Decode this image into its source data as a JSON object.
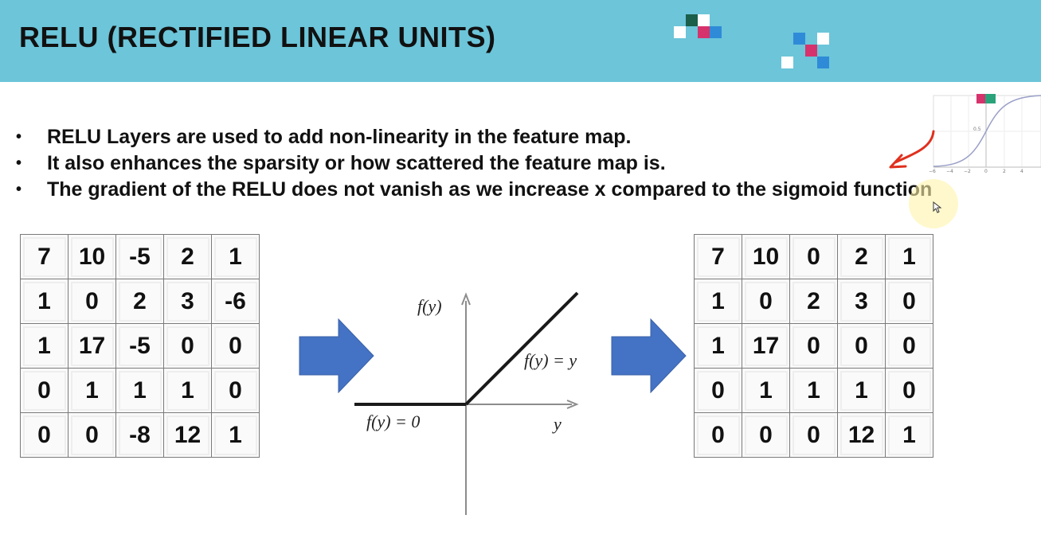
{
  "slide": {
    "title": "RELU (RECTIFIED LINEAR UNITS)",
    "bullets": [
      "RELU Layers are used to add non-linearity in the feature map.",
      "It also enhances the sparsity or how scattered the feature map is.",
      "The gradient of the RELU does not vanish as we increase x compared to the sigmoid function"
    ]
  },
  "matrices": {
    "input": [
      [
        "7",
        "10",
        "-5",
        "2",
        "1"
      ],
      [
        "1",
        "0",
        "2",
        "3",
        "-6"
      ],
      [
        "1",
        "17",
        "-5",
        "0",
        "0"
      ],
      [
        "0",
        "1",
        "1",
        "1",
        "0"
      ],
      [
        "0",
        "0",
        "-8",
        "12",
        "1"
      ]
    ],
    "output": [
      [
        "7",
        "10",
        "0",
        "2",
        "1"
      ],
      [
        "1",
        "0",
        "2",
        "3",
        "0"
      ],
      [
        "1",
        "17",
        "0",
        "0",
        "0"
      ],
      [
        "0",
        "1",
        "1",
        "1",
        "0"
      ],
      [
        "0",
        "0",
        "0",
        "12",
        "1"
      ]
    ]
  },
  "relu_graph": {
    "y_axis_label": "f(y)",
    "x_axis_label": "y",
    "positive_label": "f(y) = y",
    "negative_label": "f(y) = 0"
  },
  "sigmoid_thumbnail": {
    "y_ticks": [
      "0.5"
    ],
    "x_ticks": [
      "−6",
      "−4",
      "−2",
      "0",
      "2",
      "4"
    ]
  },
  "colors": {
    "header_bg": "#6cc5d9",
    "arrow_fill": "#4472c4",
    "logo_dark": "#1b5e4a",
    "logo_pink": "#d6336c",
    "logo_blue": "#2f8bd8",
    "annotation_red": "#e0301e"
  }
}
